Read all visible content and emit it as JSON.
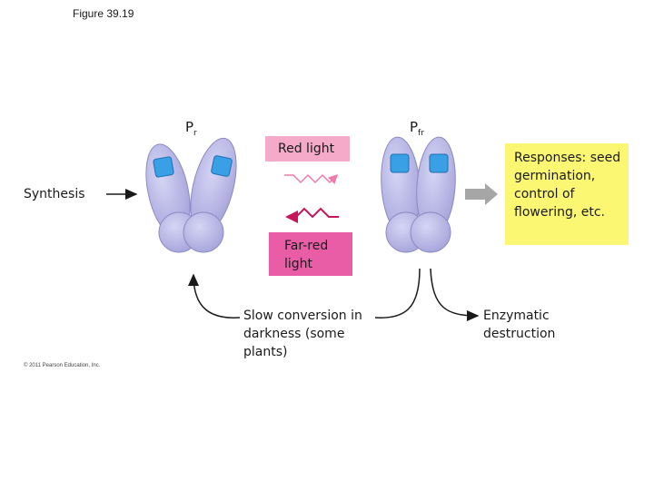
{
  "figure_title": "Figure 39.19",
  "copyright": "© 2011 Pearson Education, Inc.",
  "labels": {
    "synthesis": "Synthesis",
    "pr_main": "P",
    "pr_sub": "r",
    "pfr_main": "P",
    "pfr_sub": "fr",
    "red_light": "Red light",
    "far_red_light": "Far-red light",
    "responses": "Responses: seed germination, control of flowering, etc.",
    "slow_conversion": "Slow conversion in darkness (some plants)",
    "enzymatic_destruction": "Enzymatic destruction"
  },
  "colors": {
    "protein_fill": "#b7b6e6",
    "protein_stroke": "#7f7eb8",
    "chromophore": "#3aa0e6",
    "red_light_box": "#f4aac8",
    "far_red_box": "#e85da6",
    "responses_box": "#fcf773",
    "red_wave": "#f07aa9",
    "far_red_wave": "#c8145a",
    "arrow_gray": "#a6a6a6"
  }
}
